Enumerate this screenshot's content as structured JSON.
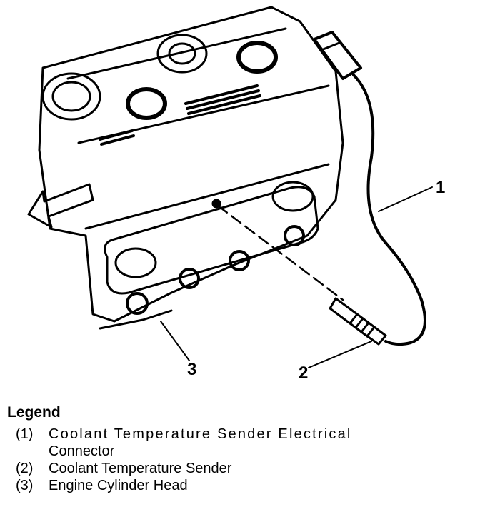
{
  "callouts": {
    "c1": "1",
    "c2": "2",
    "c3": "3"
  },
  "legend": {
    "title": "Legend",
    "items": [
      {
        "num": "(1)",
        "line1": "Coolant Temperature Sender Electrical",
        "line2": "Connector"
      },
      {
        "num": "(2)",
        "line1": "Coolant Temperature Sender"
      },
      {
        "num": "(3)",
        "line1": "Engine Cylinder Head"
      }
    ]
  }
}
